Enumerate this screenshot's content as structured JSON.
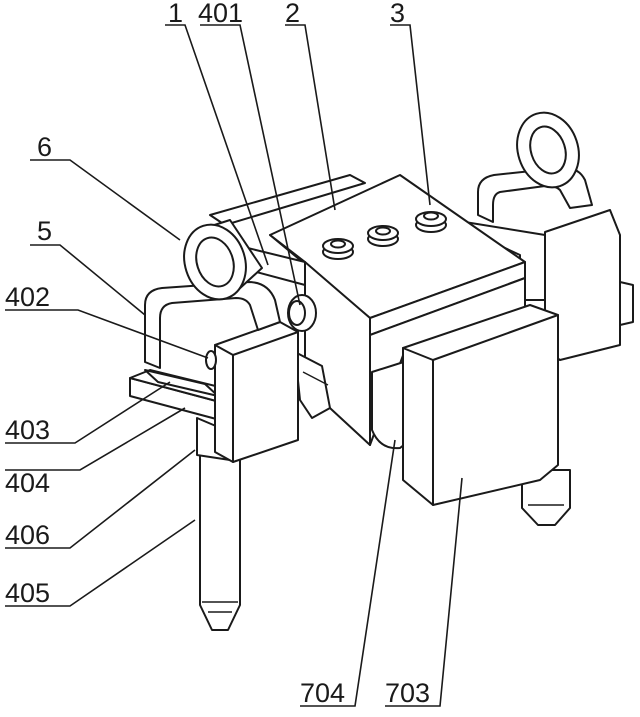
{
  "labels": {
    "l1": "1",
    "l401": "401",
    "l2": "2",
    "l3": "3",
    "l6": "6",
    "l5": "5",
    "l402": "402",
    "l403": "403",
    "l404": "404",
    "l406": "406",
    "l405": "405",
    "l704": "704",
    "l703": "703"
  },
  "colors": {
    "stroke": "#1a1a1a",
    "background": "#ffffff"
  }
}
